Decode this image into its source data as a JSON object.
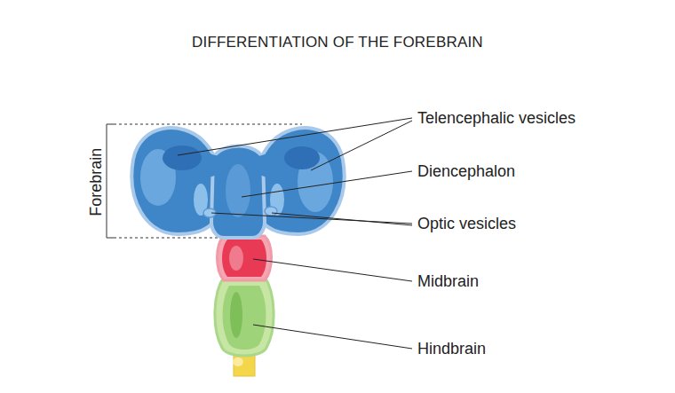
{
  "diagram": {
    "title": "DIFFERENTIATION OF THE FOREBRAIN",
    "labels": [
      "Forebrain",
      "Telencephalic vesicles",
      "Diencephalon",
      "Optic vesicles",
      "Midbrain",
      "Hindbrain"
    ]
  }
}
